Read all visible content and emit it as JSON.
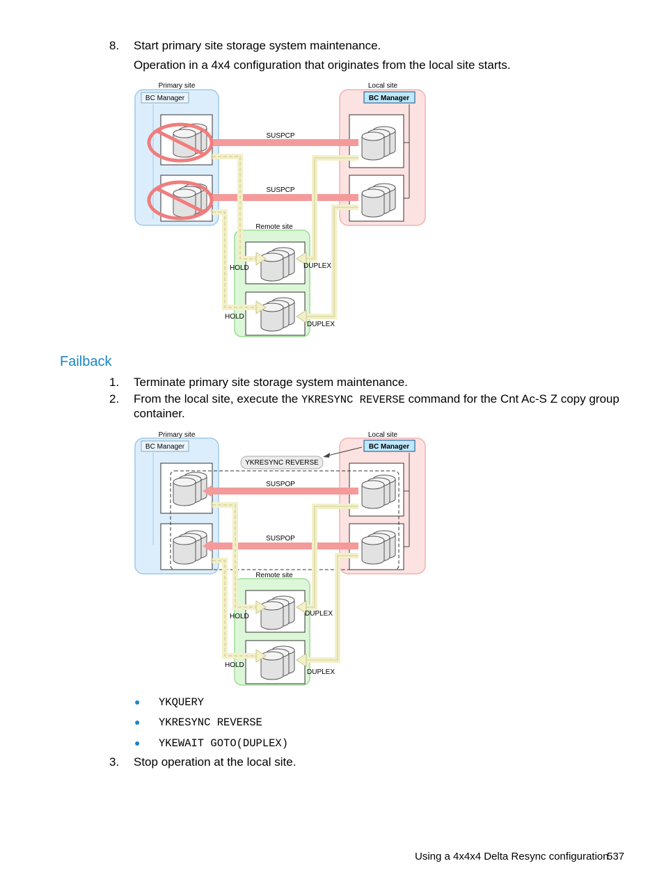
{
  "step8": {
    "number": "8.",
    "text": "Start primary site storage system maintenance.",
    "subtext": "Operation in a 4x4 configuration that originates from the local site starts."
  },
  "diagram1": {
    "primary_site_label": "Primary site",
    "local_site_label": "Local site",
    "remote_site_label": "Remote site",
    "bc_manager_primary": "BC Manager",
    "bc_manager_local": "BC Manager",
    "pair1_status": "SUSPCP",
    "pair2_status": "SUSPCP",
    "hold1": "HOLD",
    "hold2": "HOLD",
    "duplex1": "DUPLEX",
    "duplex2": "DUPLEX"
  },
  "failback": {
    "heading": "Failback",
    "step1_number": "1.",
    "step1_text": "Terminate primary site storage system maintenance.",
    "step2_number": "2.",
    "step2_pre": "From the local site, execute the",
    "step2_cmd": "YKRESYNC REVERSE",
    "step2_post": "command for the Cnt Ac-S Z copy group",
    "step2_line2": "container."
  },
  "diagram2": {
    "primary_site_label": "Primary site",
    "local_site_label": "Local site",
    "remote_site_label": "Remote site",
    "bc_manager_primary": "BC Manager",
    "bc_manager_local": "BC Manager",
    "command_label": "YKRESYNC REVERSE",
    "pair1_status": "SUSPOP",
    "pair2_status": "SUSPOP",
    "hold1": "HOLD",
    "hold2": "HOLD",
    "duplex1": "DUPLEX",
    "duplex2": "DUPLEX"
  },
  "bullets": [
    "YKQUERY",
    "YKRESYNC REVERSE",
    "YKEWAIT GOTO(DUPLEX)"
  ],
  "step3": {
    "number": "3.",
    "text": "Stop operation at the local site."
  },
  "footer": {
    "text": "Using a 4x4x4 Delta Resync configuration",
    "page": "537"
  },
  "colors": {
    "heading": "#1a86c6",
    "primary_site_fill": "#dceefc",
    "local_site_fill": "#fde2e2",
    "remote_site_fill": "#dcf7d8",
    "pair_arrow": "#f59a9a",
    "journal_arrow": "#f3f0c8"
  }
}
